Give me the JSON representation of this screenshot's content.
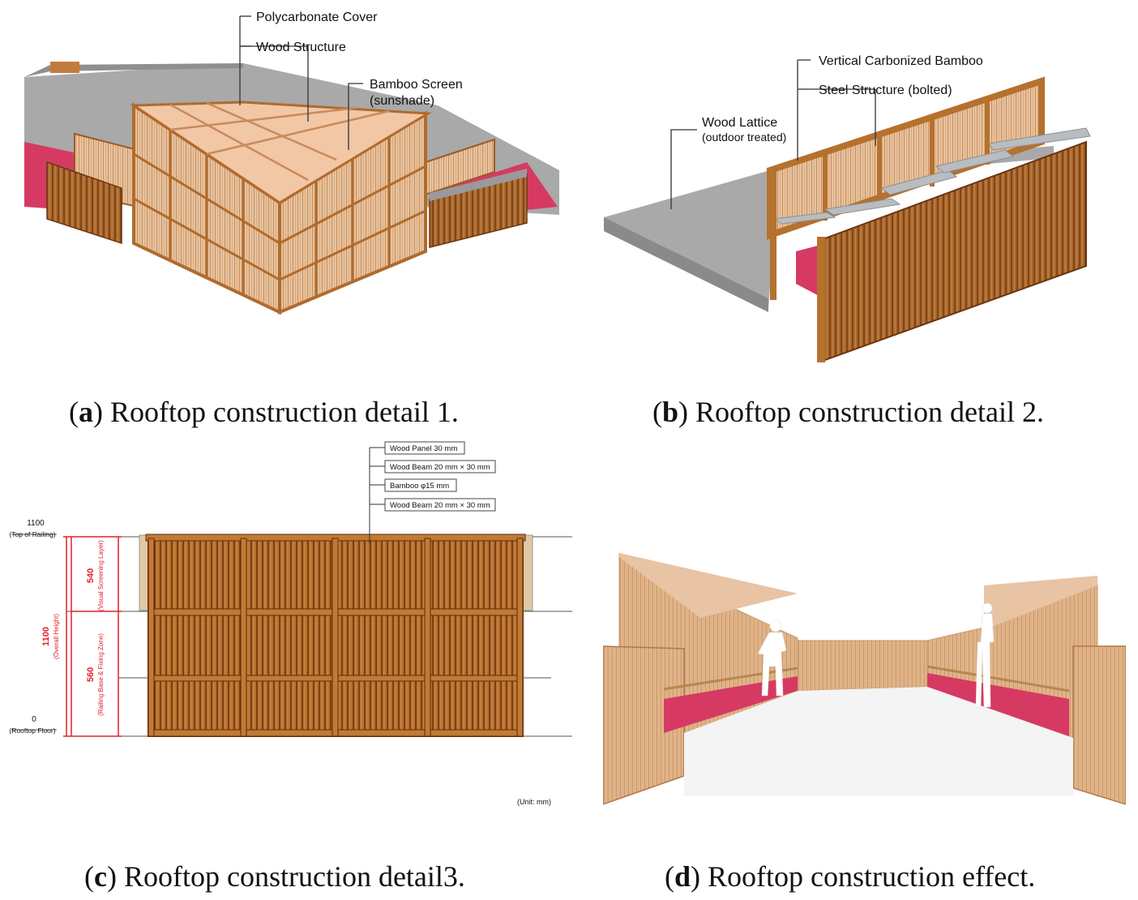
{
  "panel_a": {
    "labels": {
      "polycarbonate": "Polycarbonate Cover",
      "wood_structure": "Wood Structure",
      "bamboo_screen_1": "Bamboo Screen",
      "bamboo_screen_2": "(sunshade)"
    },
    "caption": {
      "letter": "a",
      "text": " Rooftop construction detail 1."
    }
  },
  "panel_b": {
    "labels": {
      "vertical_bamboo": "Vertical Carbonized Bamboo",
      "steel_structure": "Steel Structure (bolted)",
      "wood_lattice_1": "Wood Lattice",
      "wood_lattice_2": "(outdoor treated)"
    },
    "caption": {
      "letter": "b",
      "text": " Rooftop construction detail 2."
    }
  },
  "panel_c": {
    "callouts": [
      "Wood Panel 30 mm",
      "Wood Beam 20 mm × 30 mm",
      "Bamboo  φ15 mm",
      "Wood Beam 20 mm × 30 mm"
    ],
    "levels": {
      "top_value": "1100",
      "top_label": "(Top of Railing)",
      "bottom_value": "0",
      "bottom_label": "(Rooftop Floor)"
    },
    "dimensions": {
      "overall_value": "1100",
      "overall_label": "(Overall Height)",
      "upper_value": "540",
      "upper_label": "(Visual Screening Layer)",
      "lower_value": "560",
      "lower_label": "(Railing Base & Fixing Zone)"
    },
    "unit": "(Unit: mm)",
    "caption": {
      "letter": "c",
      "text": " Rooftop construction detail3."
    }
  },
  "panel_d": {
    "caption": {
      "letter": "d",
      "text": " Rooftop construction effect."
    }
  },
  "colors": {
    "wood": "#b8702e",
    "wood_dark": "#7a4217",
    "bamboo_light": "#e3b98f",
    "magenta": "#d63a62",
    "concrete": "#a9a9a9",
    "dim_red": "#e0202a"
  }
}
